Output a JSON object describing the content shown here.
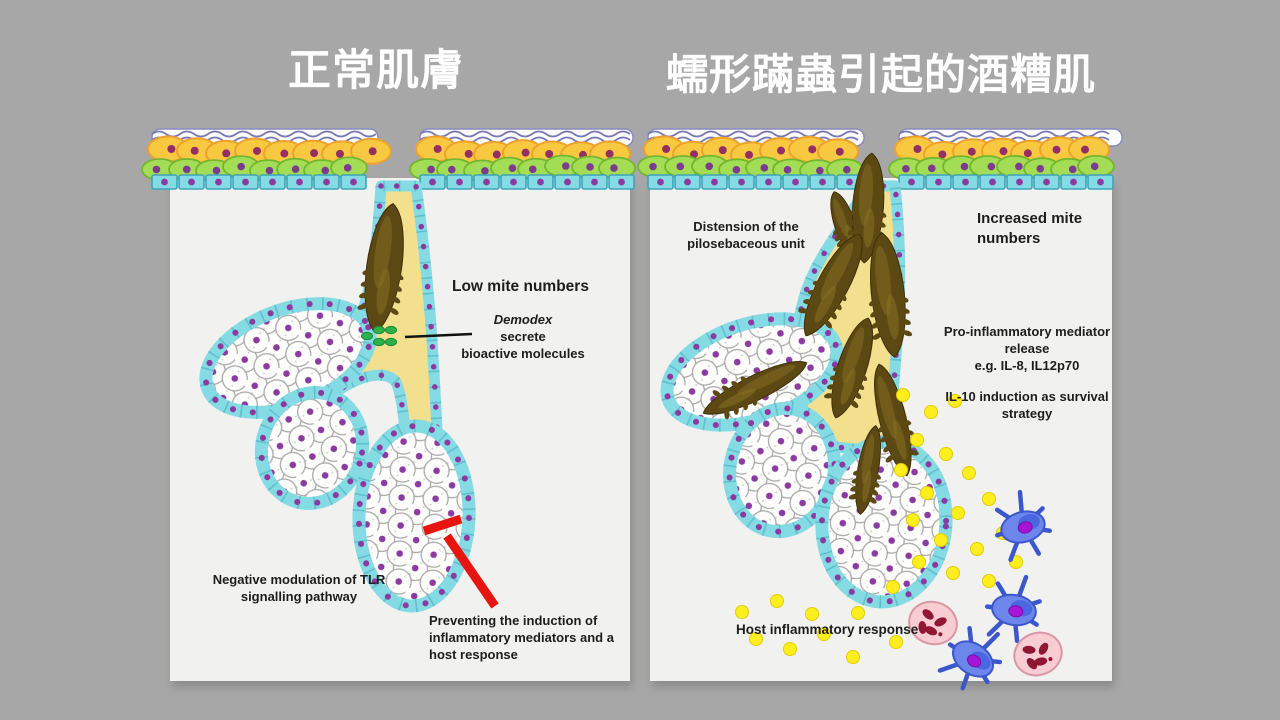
{
  "palette": {
    "background": "#a7a7a7",
    "panel": "#f1f1ef",
    "sebum_yellow": "#f3e08e",
    "lining_teal": "#85dbe3",
    "lining_border": "#3da4ba",
    "nucleus_purple": "#8a3aa0",
    "yellow_cell": "#f9c841",
    "yellow_cell_edge": "#eda22b",
    "green_cell": "#a2dd55",
    "green_cell_edge": "#74b52f",
    "corneum_edge": "#7777b5",
    "mite_brown": "#5c4813",
    "mite_brown_dark": "#3f2f07",
    "mite_highlight": "#7b6520",
    "secretion_green": "#2db14d",
    "mediator_yellow": "#ffee1e",
    "immune_blue": "#6d86ec",
    "immune_blue_dark": "#3c57cc",
    "immune_nucleus": "#a715d8",
    "neutrophil_pink": "#f8ccd2",
    "neutrophil_edge": "#d897a2",
    "neutrophil_nucleus": "#8f1733",
    "arrow_red": "#e81410",
    "text_dark": "#1d1d1d",
    "title_white": "#ffffff"
  },
  "titles": {
    "left": "正常肌膚",
    "right": "蠕形蹣蟲引起的酒糟肌"
  },
  "left_panel": {
    "low_mite_numbers": "Low mite numbers",
    "demodex": "Demodex",
    "demodex_secrete": "secrete",
    "demodex_bioactive": "bioactive molecules",
    "tlr_modulation": "Negative modulation of TLR signalling pathway",
    "preventing": "Preventing the induction of inflammatory mediators and a host response"
  },
  "right_panel": {
    "distension": "Distension of the pilosebaceous unit",
    "increased": "Increased mite numbers",
    "proinflammatory": "Pro-inflammatory mediator release",
    "proinflammatory_eg": "e.g. IL-8, IL12p70",
    "il10": "IL-10 induction as survival strategy",
    "host_response": "Host inflammatory response"
  }
}
